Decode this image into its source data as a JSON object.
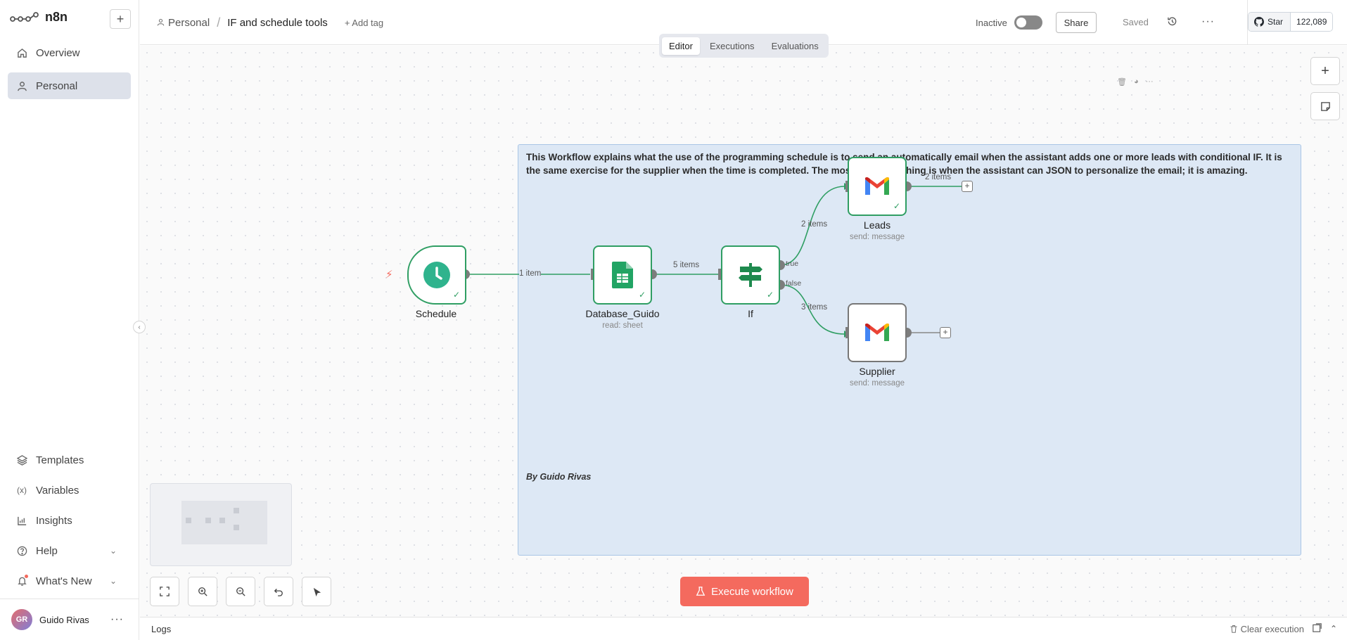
{
  "app": {
    "name": "n8n"
  },
  "sidebar": {
    "items": [
      {
        "label": "Overview",
        "icon": "home-icon"
      },
      {
        "label": "Personal",
        "icon": "user-icon",
        "active": true
      }
    ],
    "bottom_items": [
      {
        "label": "Templates",
        "icon": "templates-icon"
      },
      {
        "label": "Variables",
        "icon": "variables-icon"
      },
      {
        "label": "Insights",
        "icon": "insights-icon"
      },
      {
        "label": "Help",
        "icon": "help-icon"
      },
      {
        "label": "What's New",
        "icon": "bell-icon"
      }
    ],
    "user": {
      "initials": "GR",
      "name": "Guido Rivas"
    }
  },
  "header": {
    "project": "Personal",
    "workflow_name": "IF and schedule tools",
    "add_tag": "+ Add tag",
    "status_label": "Inactive",
    "share_label": "Share",
    "saved_label": "Saved",
    "github": {
      "star_label": "Star",
      "count": "122,089"
    }
  },
  "tabs": [
    "Editor",
    "Executions",
    "Evaluations"
  ],
  "sticky_note": {
    "text": "This Workflow explains what the use of the programming schedule is to send an automatically email when the assistant adds one or more leads with conditional IF. It is the same exercise for the supplier when the time is completed. The most important thing is when the assistant can JSON to personalize the email; it is amazing.",
    "author": "By Guido Rivas"
  },
  "nodes": [
    {
      "label": "Schedule",
      "subtitle": ""
    },
    {
      "label": "Database_Guido",
      "subtitle": "read: sheet"
    },
    {
      "label": "If",
      "subtitle": ""
    },
    {
      "label": "Leads",
      "subtitle": "send: message"
    },
    {
      "label": "Supplier",
      "subtitle": "send: message"
    }
  ],
  "edges": {
    "schedule_db": "1 item",
    "db_if": "5 items",
    "if_true_port": "true",
    "if_false_port": "false",
    "true_count": "2 items",
    "false_count": "3 items",
    "leads_out": "2 items"
  },
  "execute_label": "Execute workflow",
  "logs": {
    "label": "Logs",
    "clear_label": "Clear execution"
  },
  "colors": {
    "accent": "#f46a5e",
    "success": "#2f9e63",
    "sticky": "#dde8f5"
  }
}
